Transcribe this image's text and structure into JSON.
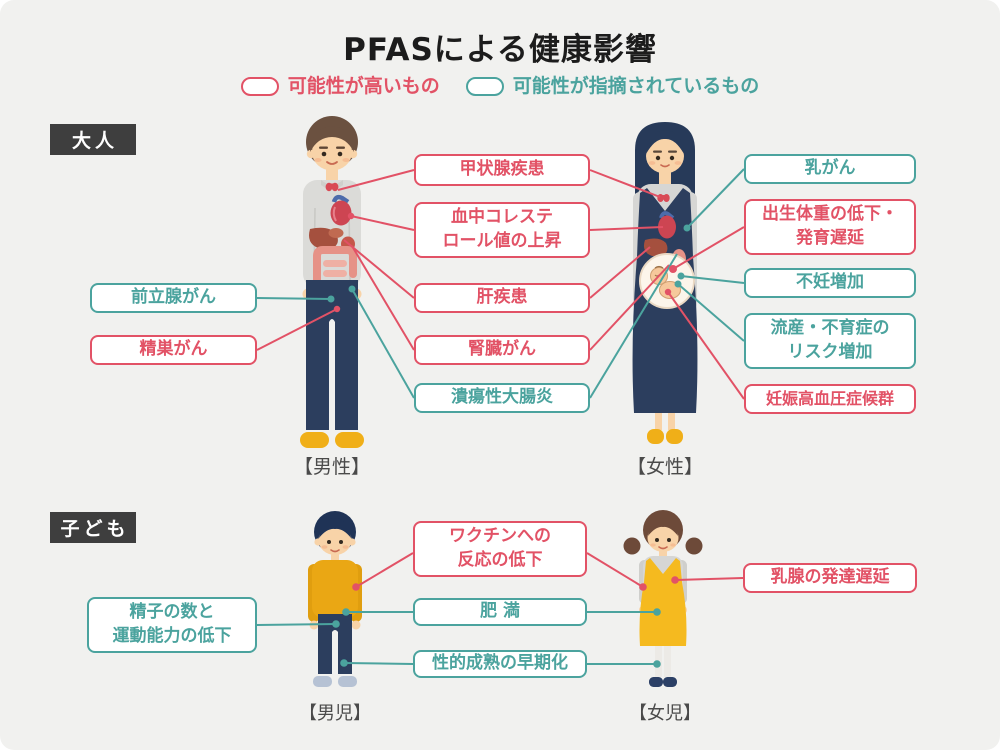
{
  "title": "PFASによる健康影響",
  "legend": {
    "high_label": "可能性が高いもの",
    "suspected_label": "可能性が指摘されているもの"
  },
  "colors": {
    "high_red": "#e25266",
    "suspected_teal": "#4ba39e",
    "background": "#f1f1ef",
    "badge_bg": "#3e3e3e"
  },
  "adults": {
    "badge": "大人",
    "male_caption": "【男性】",
    "female_caption": "【女性】",
    "labels": {
      "thyroid": {
        "text": "甲状腺疾患",
        "level": "high"
      },
      "cholesterol": {
        "text": [
          "血中コレステ",
          "ロール値の上昇"
        ],
        "level": "high"
      },
      "liver": {
        "text": "肝疾患",
        "level": "high"
      },
      "kidney": {
        "text": "腎臓がん",
        "level": "high"
      },
      "colitis": {
        "text": "潰瘍性大腸炎",
        "level": "suspected"
      },
      "prostate": {
        "text": "前立腺がん",
        "level": "suspected"
      },
      "testicular": {
        "text": "精巣がん",
        "level": "high"
      },
      "breast": {
        "text": "乳がん",
        "level": "suspected"
      },
      "birthweight": {
        "text": [
          "出生体重の低下・",
          "発育遅延"
        ],
        "level": "high"
      },
      "infertility": {
        "text": "不妊増加",
        "level": "suspected"
      },
      "miscarriage": {
        "text": [
          "流産・不育症の",
          "リスク増加"
        ],
        "level": "suspected"
      },
      "hypertension": {
        "text": "妊娠高血圧症候群",
        "level": "high"
      }
    }
  },
  "children": {
    "badge": "子ども",
    "boy_caption": "【男児】",
    "girl_caption": "【女児】",
    "labels": {
      "vaccine": {
        "text": [
          "ワクチンへの",
          "反応の低下"
        ],
        "level": "high"
      },
      "obesity": {
        "text": "肥 満",
        "level": "suspected"
      },
      "maturation": {
        "text": "性的成熟の早期化",
        "level": "suspected"
      },
      "sperm": {
        "text": [
          "精子の数と",
          "運動能力の低下"
        ],
        "level": "suspected"
      },
      "mammary": {
        "text": "乳腺の発達遅延",
        "level": "high"
      }
    }
  }
}
